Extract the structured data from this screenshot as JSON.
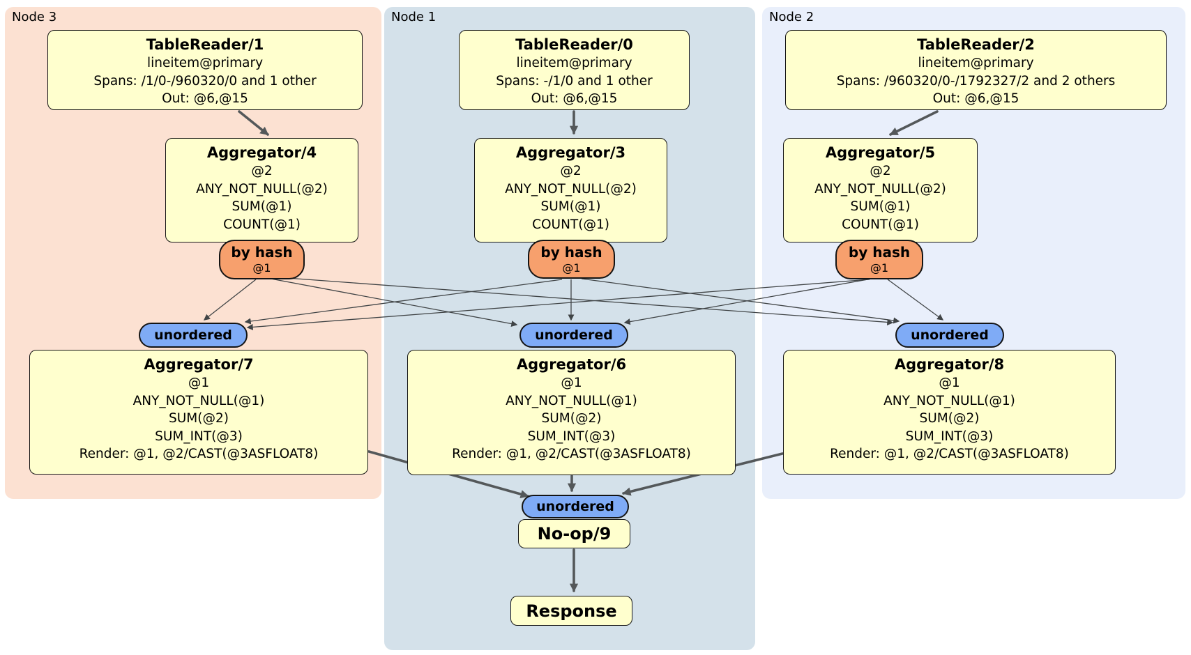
{
  "regions": {
    "node3": {
      "label": "Node 3"
    },
    "node1": {
      "label": "Node 1"
    },
    "node2": {
      "label": "Node 2"
    }
  },
  "processors": {
    "tr1": {
      "title": "TableReader/1",
      "lines": [
        "lineitem@primary",
        "Spans: /1/0-/960320/0 and 1 other",
        "Out: @6,@15"
      ]
    },
    "tr0": {
      "title": "TableReader/0",
      "lines": [
        "lineitem@primary",
        "Spans: -/1/0 and 1 other",
        "Out: @6,@15"
      ]
    },
    "tr2": {
      "title": "TableReader/2",
      "lines": [
        "lineitem@primary",
        "Spans: /960320/0-/1792327/2 and 2 others",
        "Out: @6,@15"
      ]
    },
    "agg4": {
      "title": "Aggregator/4",
      "lines": [
        "@2",
        "ANY_NOT_NULL(@2)",
        "SUM(@1)",
        "COUNT(@1)"
      ]
    },
    "agg3": {
      "title": "Aggregator/3",
      "lines": [
        "@2",
        "ANY_NOT_NULL(@2)",
        "SUM(@1)",
        "COUNT(@1)"
      ]
    },
    "agg5": {
      "title": "Aggregator/5",
      "lines": [
        "@2",
        "ANY_NOT_NULL(@2)",
        "SUM(@1)",
        "COUNT(@1)"
      ]
    },
    "agg7": {
      "title": "Aggregator/7",
      "lines": [
        "@1",
        "ANY_NOT_NULL(@1)",
        "SUM(@2)",
        "SUM_INT(@3)",
        "Render: @1, @2/CAST(@3ASFLOAT8)"
      ]
    },
    "agg6": {
      "title": "Aggregator/6",
      "lines": [
        "@1",
        "ANY_NOT_NULL(@1)",
        "SUM(@2)",
        "SUM_INT(@3)",
        "Render: @1, @2/CAST(@3ASFLOAT8)"
      ]
    },
    "agg8": {
      "title": "Aggregator/8",
      "lines": [
        "@1",
        "ANY_NOT_NULL(@1)",
        "SUM(@2)",
        "SUM_INT(@3)",
        "Render: @1, @2/CAST(@3ASFLOAT8)"
      ]
    },
    "noop": {
      "title": "No-op/9"
    },
    "response": {
      "title": "Response"
    }
  },
  "routers": {
    "byhash": {
      "label": "by hash",
      "detail": "@1"
    },
    "unordered": {
      "label": "unordered"
    }
  },
  "colors": {
    "node3_bg": "#fce1d2",
    "node1_bg": "#d4e1ea",
    "node2_bg": "#e9effb",
    "processor_bg": "#ffffce",
    "hash_router_bg": "#f7a06d",
    "unordered_bg": "#7fabf6",
    "edge_thick": "#54585a",
    "edge_thin": "#404446"
  }
}
